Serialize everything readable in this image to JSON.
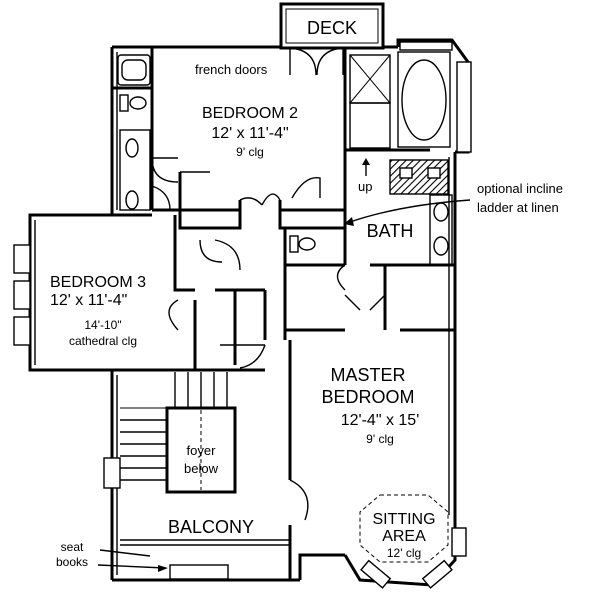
{
  "labels": {
    "deck": "DECK",
    "french_doors": "french doors",
    "bedroom2_name": "BEDROOM 2",
    "bedroom2_size": "12' x 11'-4\"",
    "bedroom2_ceiling": "9' clg",
    "up": "up",
    "optional_line1": "optional incline",
    "optional_line2": "ladder at linen",
    "bath": "BATH",
    "bedroom3_name": "BEDROOM 3",
    "bedroom3_size": "12' x 11'-4\"",
    "bedroom3_ceiling_height": "14'-10\"",
    "bedroom3_ceiling_type": "cathedral clg",
    "master_line1": "MASTER",
    "master_line2": "BEDROOM",
    "master_size": "12'-4\"  x 15'",
    "master_ceiling": "9' clg",
    "foyer_line1": "foyer",
    "foyer_line2": "below",
    "balcony": "BALCONY",
    "sitting_line1": "SITTING",
    "sitting_line2": "AREA",
    "sitting_ceiling": "12' clg",
    "seat": "seat",
    "books": "books"
  },
  "colors": {
    "ink": "#000000",
    "paper": "#ffffff",
    "hatch": "#000000"
  }
}
